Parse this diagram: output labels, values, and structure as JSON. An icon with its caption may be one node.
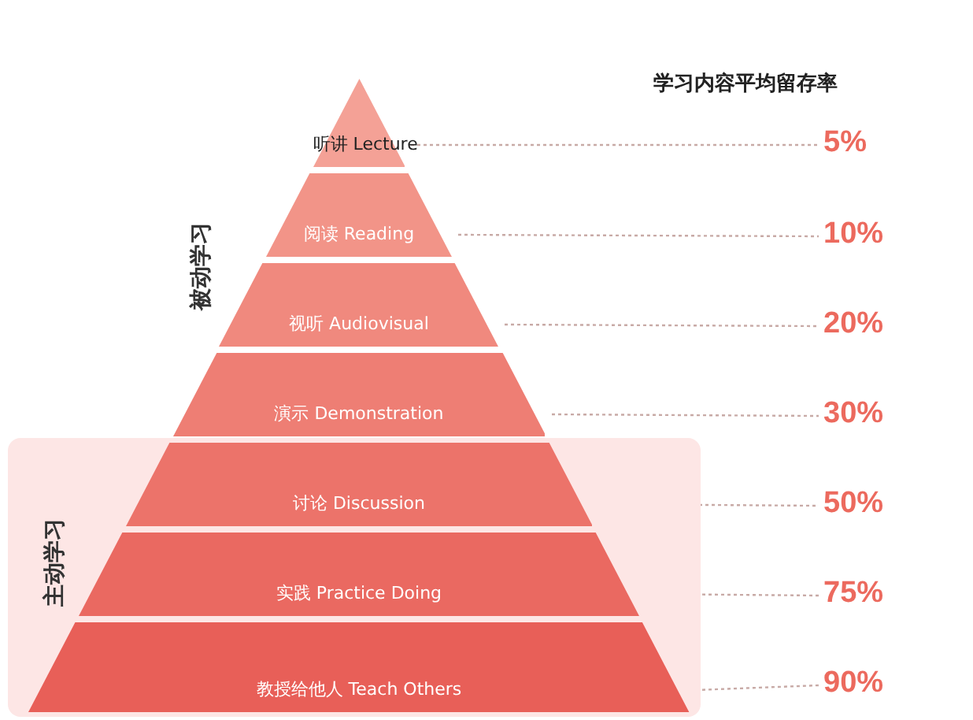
{
  "diagram": {
    "nodes": [
      {
        "text": [
          "听讲 Lecture"
        ]
      },
      {
        "text": [
          "阅读 Reading"
        ]
      },
      {
        "text": [
          "视听 Audiovisual"
        ]
      },
      {
        "text": [
          "演示 Demonstration"
        ]
      },
      {
        "text": [
          "主动学习"
        ]
      },
      {
        "text": [
          "讨论 Discussion"
        ],
        "in": 4
      },
      {
        "text": [
          "实践 Practice Doing"
        ],
        "in": 4
      },
      {
        "text": [
          "教授给他人 Teach Others"
        ],
        "in": 4
      },
      {
        "text": [
          "5%"
        ]
      },
      {
        "text": [
          "10%"
        ]
      },
      {
        "text": [
          "20%"
        ]
      },
      {
        "text": [
          "30%"
        ]
      },
      {
        "text": [
          "50%"
        ]
      },
      {
        "text": [
          "75%"
        ]
      },
      {
        "text": [
          "90%"
        ]
      }
    ],
    "edges": [
      {
        "from": 0,
        "to": 8,
        "arrow": "none",
        "style": "dashed"
      },
      {
        "from": 1,
        "to": 9,
        "arrow": "none",
        "style": "dashed"
      },
      {
        "from": 2,
        "to": 10,
        "arrow": "none",
        "style": "dashed"
      },
      {
        "from": 3,
        "to": 11,
        "arrow": "none",
        "style": "dashed"
      },
      {
        "from": 5,
        "to": 12,
        "arrow": "none",
        "style": "dashed"
      },
      {
        "from": 6,
        "to": 13,
        "arrow": "none",
        "style": "dashed"
      },
      {
        "from": 7,
        "to": 14,
        "arrow": "none",
        "style": "dashed"
      }
    ],
    "labels": [
      "学习内容平均留存率",
      "被动学习"
    ]
  }
}
